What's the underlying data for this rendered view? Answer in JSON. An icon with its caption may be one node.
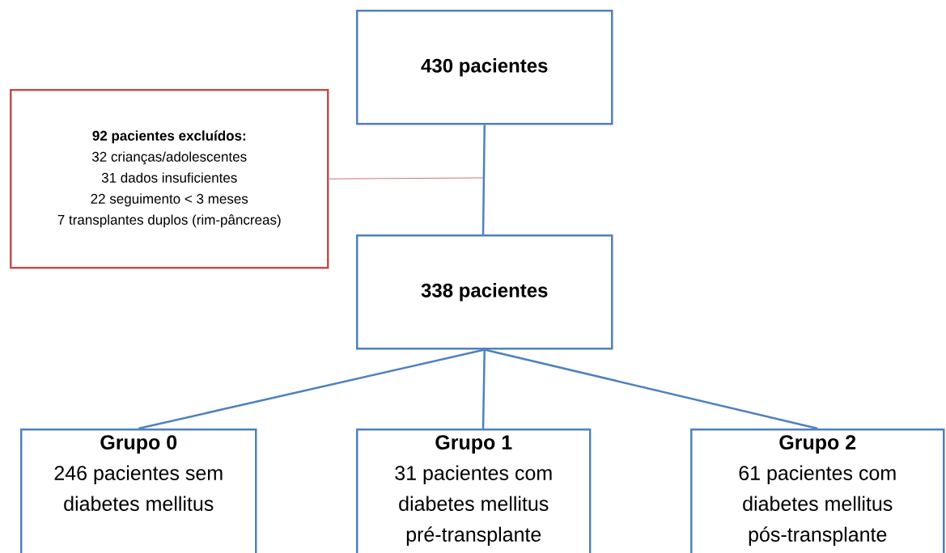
{
  "diagram": {
    "nodes": [
      {
        "text": [
          "430 pacientes"
        ]
      },
      {
        "text": [
          "92 pacientes excluídos:",
          "32 crianças/adolescentes",
          "31 dados insuficientes",
          "22 seguimento < 3 meses",
          "7 transplantes duplos (rim-pâncreas)"
        ]
      },
      {
        "text": [
          "338 pacientes"
        ]
      },
      {
        "text": [
          "Grupo 0",
          "246 pacientes sem diabetes mellitus"
        ]
      },
      {
        "text": [
          "Grupo 1",
          "31 pacientes com diabetes mellitus pré-transplante"
        ]
      },
      {
        "text": [
          "Grupo 2",
          "61 pacientes com diabetes mellitus pós-transplante"
        ]
      }
    ],
    "edges": [
      {
        "from": 0,
        "to": 2,
        "arrow": "none"
      },
      {
        "from": 1,
        "to": null,
        "arrow": "none",
        "color": "#c0504d"
      },
      {
        "from": 2,
        "to": 3,
        "arrow": "none"
      },
      {
        "from": 2,
        "to": 4,
        "arrow": "none"
      },
      {
        "from": 2,
        "to": 5,
        "arrow": "none"
      }
    ]
  }
}
